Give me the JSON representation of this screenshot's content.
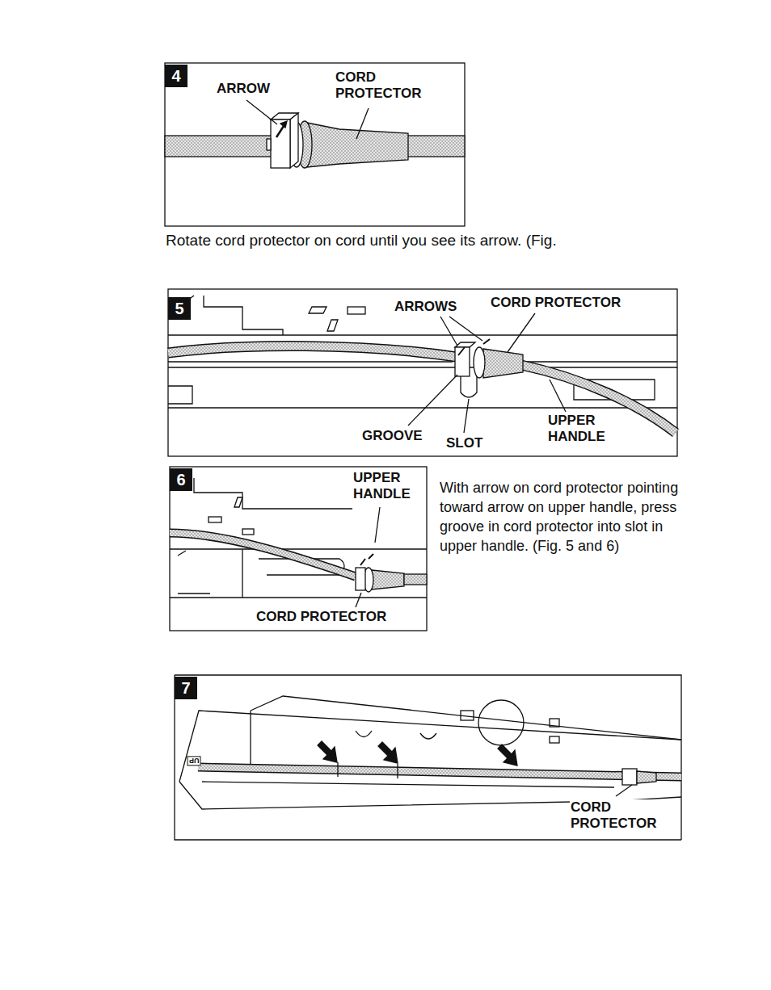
{
  "diagram": {
    "labels": [
      "4",
      "ARROW",
      "CORD PROTECTOR",
      "Rotate cord protector on cord until you see its arrow. (Fig.",
      "5",
      "ARROWS",
      "CORD PROTECTOR",
      "GROOVE",
      "SLOT",
      "UPPER HANDLE",
      "6",
      "UPPER HANDLE",
      "CORD PROTECTOR",
      "With arrow on cord protector pointing toward arrow on upper handle, press groove in cord protector into slot in upper handle. (Fig. 5 and 6)",
      "7",
      "UP",
      "CORD PROTECTOR"
    ]
  }
}
